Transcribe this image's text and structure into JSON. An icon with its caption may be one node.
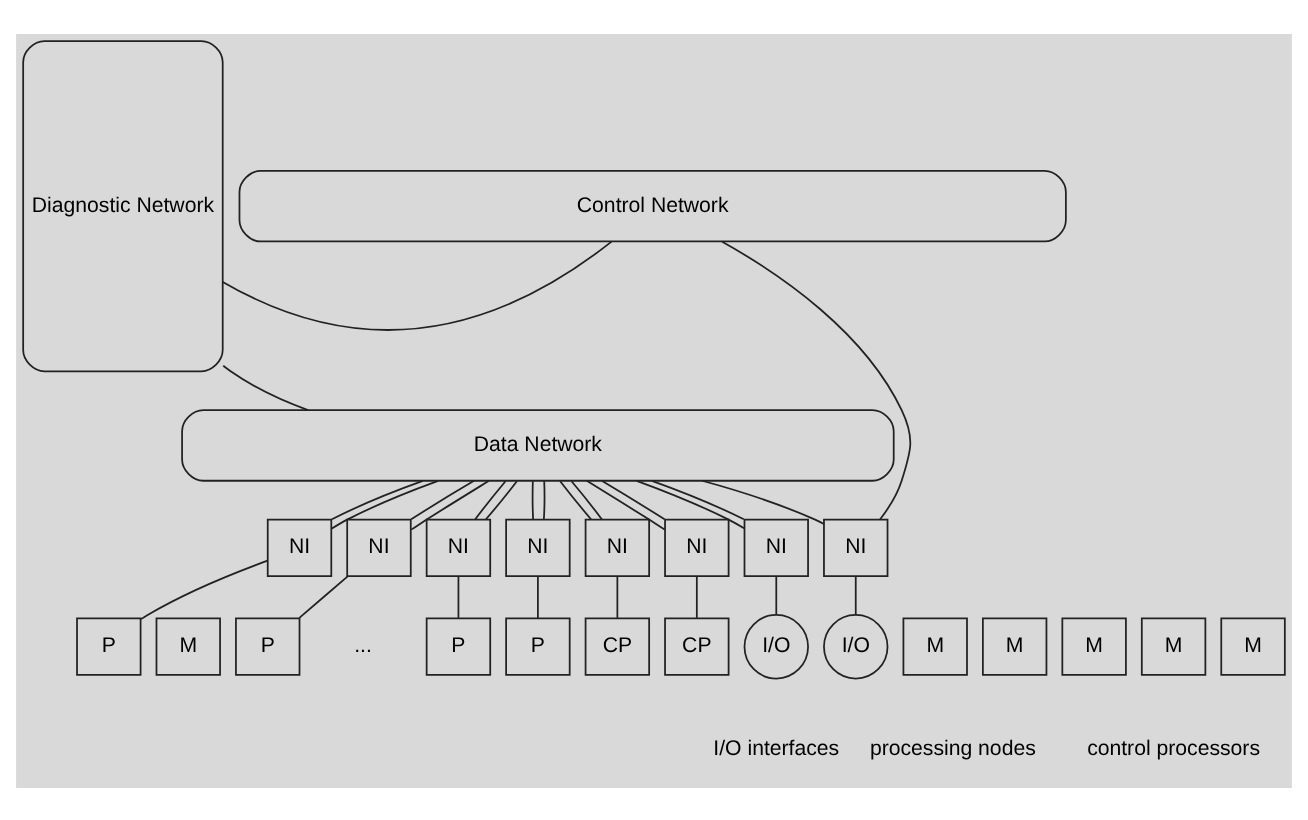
{
  "diagram": {
    "nodes": [
      {
        "text": [
          "Diagnostic Network"
        ]
      },
      {
        "text": [
          "Control Network"
        ]
      },
      {
        "text": [
          "Data Network"
        ]
      },
      {
        "text": [
          "NI"
        ]
      },
      {
        "text": [
          "NI"
        ]
      },
      {
        "text": [
          "NI"
        ]
      },
      {
        "text": [
          "NI"
        ]
      },
      {
        "text": [
          "NI"
        ]
      },
      {
        "text": [
          "NI"
        ]
      },
      {
        "text": [
          "NI"
        ]
      },
      {
        "text": [
          "NI"
        ]
      },
      {
        "text": [
          "P"
        ]
      },
      {
        "text": [
          "P"
        ]
      },
      {
        "text": [
          "P"
        ]
      },
      {
        "text": [
          "P"
        ]
      },
      {
        "text": [
          "CP"
        ]
      },
      {
        "text": [
          "CP"
        ]
      },
      {
        "text": [
          "I/O"
        ]
      },
      {
        "text": [
          "I/O"
        ]
      },
      {
        "text": [
          "M"
        ]
      },
      {
        "text": [
          "M"
        ]
      },
      {
        "text": [
          "M"
        ]
      },
      {
        "text": [
          "M"
        ]
      },
      {
        "text": [
          "M"
        ]
      },
      {
        "text": [
          "M"
        ]
      }
    ],
    "edges": [
      {
        "from": 0,
        "to": 1,
        "arrow": "none"
      },
      {
        "from": 0,
        "to": 2,
        "arrow": "none"
      },
      {
        "from": 3,
        "to": 2,
        "arrow": "none"
      },
      {
        "from": 3,
        "to": 2,
        "arrow": "none"
      },
      {
        "from": 4,
        "to": 2,
        "arrow": "none"
      },
      {
        "from": 4,
        "to": 2,
        "arrow": "none"
      },
      {
        "from": 5,
        "to": 2,
        "arrow": "none"
      },
      {
        "from": 5,
        "to": 2,
        "arrow": "none"
      },
      {
        "from": 6,
        "to": 2,
        "arrow": "none"
      },
      {
        "from": 6,
        "to": 2,
        "arrow": "none"
      },
      {
        "from": 7,
        "to": 2,
        "arrow": "none"
      },
      {
        "from": 7,
        "to": 2,
        "arrow": "none"
      },
      {
        "from": 8,
        "to": 2,
        "arrow": "none"
      },
      {
        "from": 8,
        "to": 2,
        "arrow": "none"
      },
      {
        "from": 9,
        "to": 2,
        "arrow": "none"
      },
      {
        "from": 9,
        "to": 2,
        "arrow": "none"
      },
      {
        "from": 10,
        "to": 2,
        "arrow": "none"
      },
      {
        "from": 10,
        "to": 1,
        "arrow": "none"
      },
      {
        "from": 3,
        "to": 11,
        "arrow": "none"
      },
      {
        "from": 4,
        "to": 12,
        "arrow": "none"
      },
      {
        "from": 5,
        "to": 13,
        "arrow": "none"
      },
      {
        "from": 6,
        "to": 14,
        "arrow": "none"
      },
      {
        "from": 7,
        "to": 15,
        "arrow": "none"
      },
      {
        "from": 8,
        "to": 16,
        "arrow": "none"
      },
      {
        "from": 9,
        "to": 17,
        "arrow": "none"
      },
      {
        "from": 10,
        "to": 18,
        "arrow": "none"
      }
    ],
    "labels": [
      "...",
      "processing nodes",
      "control processors",
      "I/O interfaces"
    ]
  }
}
